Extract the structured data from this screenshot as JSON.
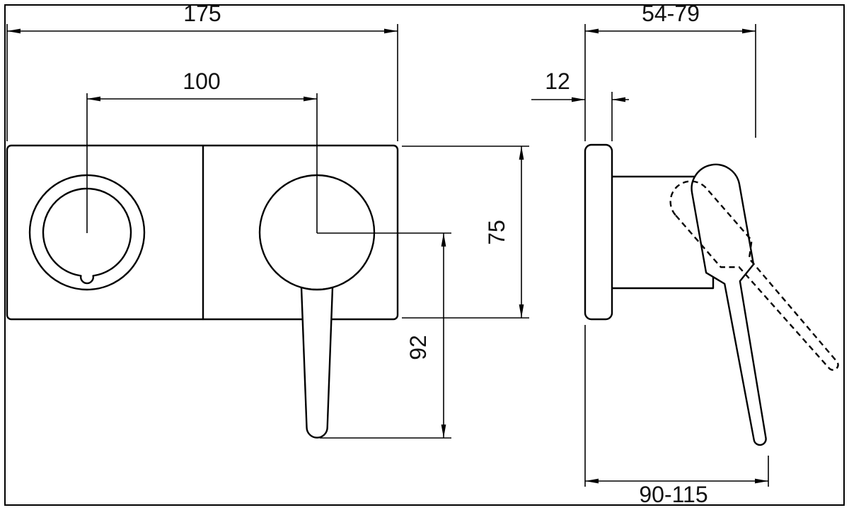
{
  "colors": {
    "line": "#000000",
    "background": "#ffffff"
  },
  "front_view": {
    "total_width": "175",
    "hole_spacing": "100",
    "plate_height": "75",
    "handle_length": "92"
  },
  "side_view": {
    "depth_range": "54-79",
    "plate_thickness": "12",
    "reach_range": "90-115"
  }
}
